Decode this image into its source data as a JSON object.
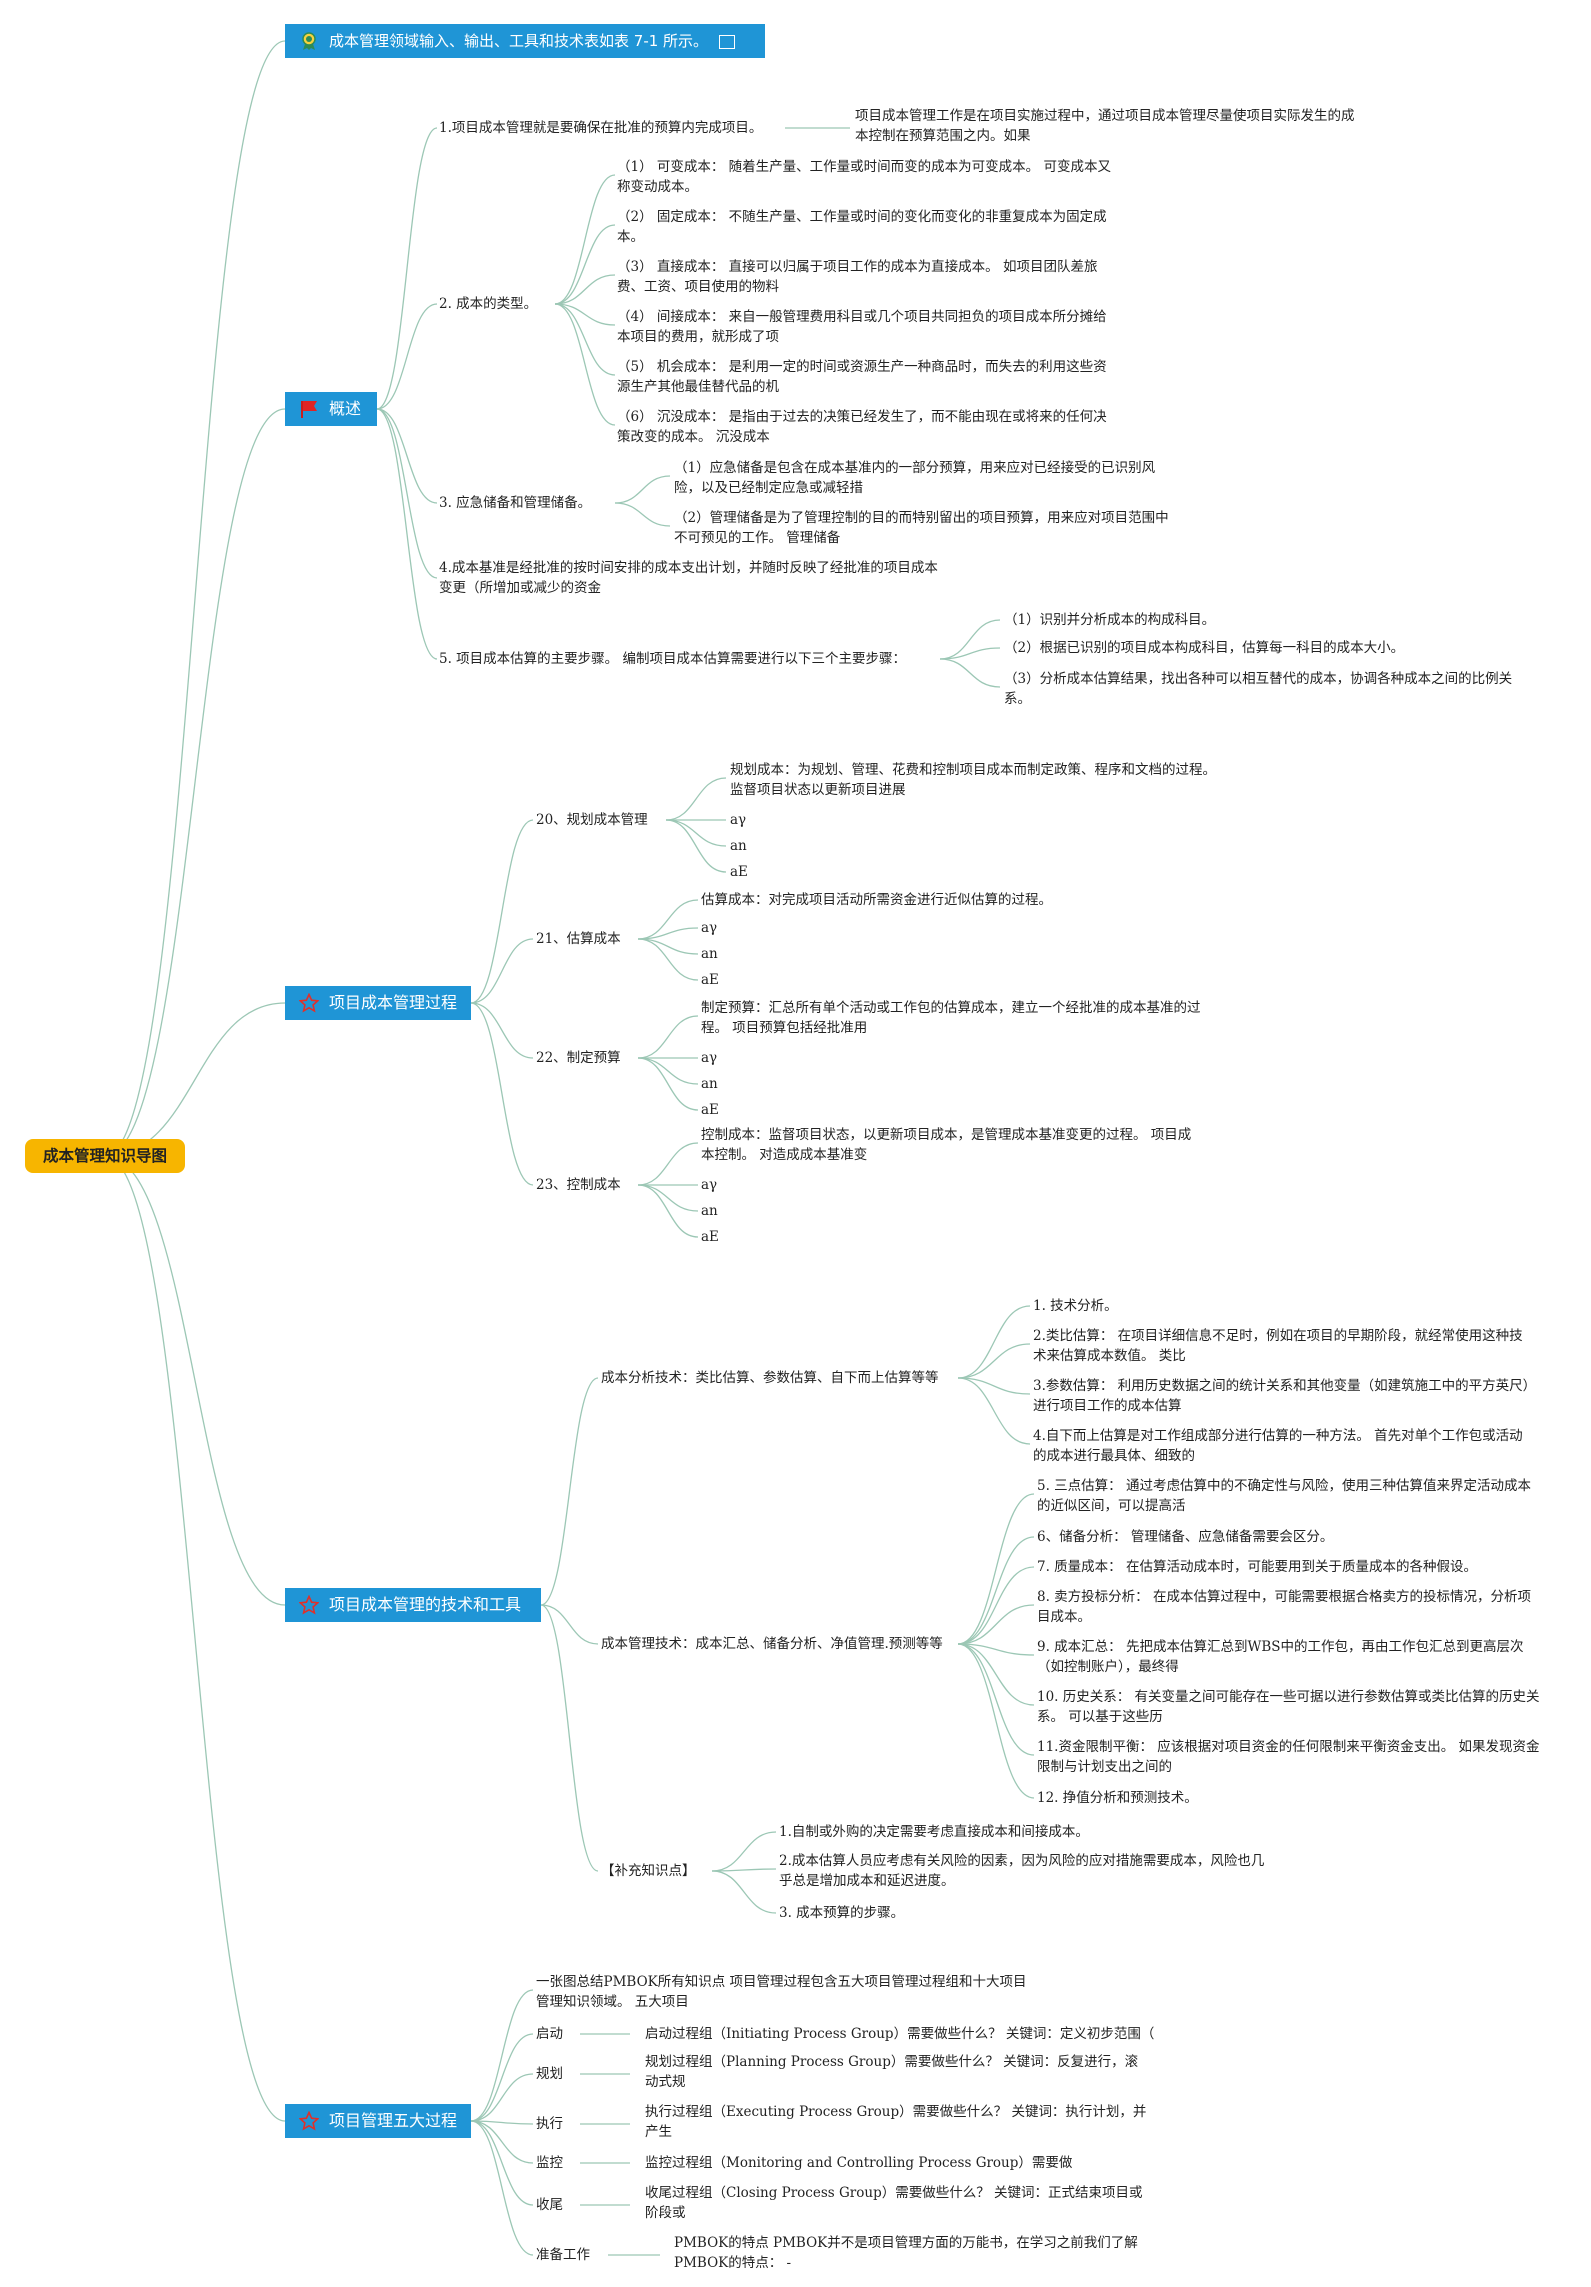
{
  "root": "成本管理知识导图",
  "top_note": "成本管理领域输入、输出、工具和技术表如表 7-1 所示。",
  "overview": {
    "title": "概述",
    "s1": "1.项目成本管理就是要确保在批准的预算内完成项目。",
    "s1_note": "项目成本管理工作是在项目实施过程中，通过项目成本管理尽量使项目实际发生的成本控制在预算范围之内。如果",
    "s2": "2. 成本的类型。",
    "s2_items": [
      "（1） 可变成本：  随着生产量、工作量或时间而变的成本为可变成本。 可变成本又称变动成本。",
      "（2） 固定成本：  不随生产量、工作量或时间的变化而变化的非重复成本为固定成本。",
      "（3） 直接成本：  直接可以归属于项目工作的成本为直接成本。 如项目团队差旅费、工资、项目使用的物料",
      "（4） 间接成本：  来自一般管理费用科目或几个项目共同担负的项目成本所分摊给本项目的费用，就形成了项",
      "（5） 机会成本：  是利用一定的时间或资源生产一种商品时，而失去的利用这些资源生产其他最佳替代品的机",
      "（6） 沉没成本：  是指由于过去的决策已经发生了，而不能由现在或将来的任何决策改变的成本。 沉没成本"
    ],
    "s3": "3. 应急储备和管理储备。",
    "s3_items": [
      "（1）应急储备是包含在成本基准内的一部分预算，用来应对已经接受的已识别风险，以及已经制定应急或减轻措",
      "（2）管理储备是为了管理控制的目的而特别留出的项目预算，用来应对项目范围中不可预见的工作。 管理储备"
    ],
    "s4": "4.成本基准是经批准的按时间安排的成本支出计划，并随时反映了经批准的项目成本变更（所增加或减少的资金",
    "s5": "5. 项目成本估算的主要步骤。 编制项目成本估算需要进行以下三个主要步骤：",
    "s5_items": [
      "（1）识别并分析成本的构成科目。",
      "（2）根据已识别的项目成本构成科目，估算每一科目的成本大小。",
      "（3）分析成本估算结果，找出各种可以相互替代的成本，协调各种成本之间的比例关系。"
    ]
  },
  "process": {
    "title": "项目成本管理过程",
    "groups": [
      {
        "label": "20、规划成本管理",
        "desc": "规划成本：为规划、管理、花费和控制项目成本而制定政策、程序和文档的过程。 监督项目状态以更新项目进展",
        "subs": [
          "aγ",
          "an",
          "aE"
        ]
      },
      {
        "label": "21、估算成本",
        "desc": "估算成本：对完成项目活动所需资金进行近似估算的过程。",
        "subs": [
          "aγ",
          "an",
          "aE"
        ]
      },
      {
        "label": "22、制定预算",
        "desc": "制定预算：汇总所有单个活动或工作包的估算成本，建立一个经批准的成本基准的过程。 项目预算包括经批准用",
        "subs": [
          "aγ",
          "an",
          "aE"
        ]
      },
      {
        "label": "23、控制成本",
        "desc": "控制成本：监督项目状态，以更新项目成本，是管理成本基准变更的过程。 项目成本控制。 对造成成本基准变",
        "subs": [
          "aγ",
          "an",
          "aE"
        ]
      }
    ]
  },
  "tools": {
    "title": "项目成本管理的技术和工具",
    "analysis": "成本分析技术：类比估算、参数估算、自下而上估算等等",
    "analysis_items": [
      "1. 技术分析。",
      "2.类比估算：  在项目详细信息不足时，例如在项目的早期阶段，就经常使用这种技术来估算成本数值。 类比",
      "3.参数估算：  利用历史数据之间的统计关系和其他变量（如建筑施工中的平方英尺）进行项目工作的成本估算",
      "4.自下而上估算是对工作组成部分进行估算的一种方法。 首先对单个工作包或活动的成本进行最具体、细致的"
    ],
    "mgmt": "成本管理技术：成本汇总、储备分析、净值管理.预测等等",
    "mgmt_items": [
      "5. 三点估算：  通过考虑估算中的不确定性与风险，使用三种估算值来界定活动成本的近似区间，可以提高活",
      "6、储备分析：  管理储备、应急储备需要会区分。",
      "7. 质量成本：  在估算活动成本时，可能要用到关于质量成本的各种假设。",
      "8. 卖方投标分析：  在成本估算过程中，可能需要根据合格卖方的投标情况，分析项目成本。",
      "9. 成本汇总：  先把成本估算汇总到WBS中的工作包，再由工作包汇总到更高层次（如控制账户），最终得",
      "10. 历史关系：  有关变量之间可能存在一些可据以进行参数估算或类比估算的历史关系。 可以基于这些历",
      "11.资金限制平衡：  应该根据对项目资金的任何限制来平衡资金支出。 如果发现资金限制与计划支出之间的",
      "12. 挣值分析和预测技术。"
    ],
    "extra": "【补充知识点】",
    "extra_items": [
      "1.自制或外购的决定需要考虑直接成本和间接成本。",
      "2.成本估算人员应考虑有关风险的因素，因为风险的应对措施需要成本，风险也几乎总是增加成本和延迟进度。",
      "3. 成本预算的步骤。"
    ]
  },
  "five": {
    "title": "项目管理五大过程",
    "intro": "一张图总结PMBOK所有知识点 项目管理过程包含五大项目管理过程组和十大项目管理知识领域。 五大项目",
    "rows": [
      {
        "k": "启动",
        "v": "启动过程组（Initiating Process Group）需要做些什么？ 关键词：定义初步范围（"
      },
      {
        "k": "规划",
        "v": "规划过程组（Planning Process Group）需要做些什么？ 关键词：反复进行，滚动式规"
      },
      {
        "k": "执行",
        "v": "执行过程组（Executing Process Group）需要做些什么？ 关键词：执行计划，并产生"
      },
      {
        "k": "监控",
        "v": "监控过程组（Monitoring and Controlling Process Group）需要做"
      },
      {
        "k": "收尾",
        "v": "收尾过程组（Closing Process Group）需要做些什么？ 关键词：正式结束项目或阶段或"
      },
      {
        "k": "准备工作",
        "v": "PMBOK的特点 PMBOK并不是项目管理方面的万能书，在学习之前我们了解PMBOK的特点：  -"
      }
    ]
  },
  "colors": {
    "root": "#f7b500",
    "main": "#1f95d6",
    "line": "#9cc7b5"
  },
  "icons": [
    "award-icon",
    "flag-icon",
    "star-icon"
  ]
}
